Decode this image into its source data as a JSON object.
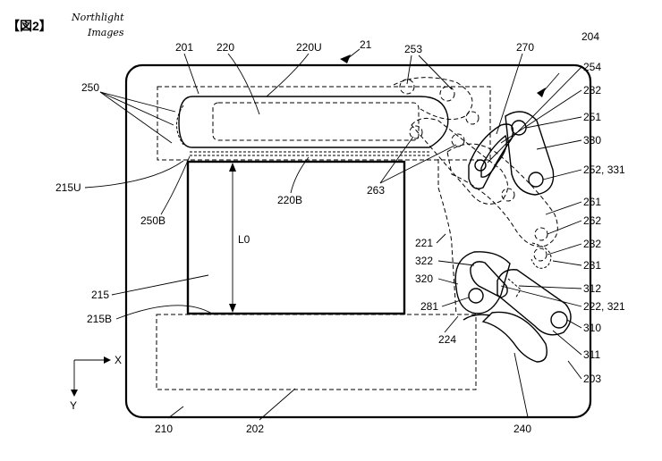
{
  "figure_label": "【図2】",
  "watermark": {
    "line1": "Northlight",
    "line2": "Images"
  },
  "labels": {
    "l21": "21",
    "l201": "201",
    "l220": "220",
    "l220U": "220U",
    "l253": "253",
    "l270": "270",
    "l204": "204",
    "l254": "254",
    "l282": "282",
    "l251": "251",
    "l330": "330",
    "l252_331": "252, 331",
    "l261": "261",
    "l262": "262",
    "l232": "232",
    "l231": "231",
    "l312": "312",
    "l222_321": "222, 321",
    "l310": "310",
    "l311": "311",
    "l203": "203",
    "l240": "240",
    "l202": "202",
    "l210": "210",
    "l250": "250",
    "l215U": "215U",
    "l250B": "250B",
    "l220B": "220B",
    "l263": "263",
    "lL0": "L0",
    "l221": "221",
    "l322": "322",
    "l320": "320",
    "l215": "215",
    "l215B": "215B",
    "l281": "281",
    "l224": "224"
  },
  "axes": {
    "x": "X",
    "y": "Y"
  }
}
